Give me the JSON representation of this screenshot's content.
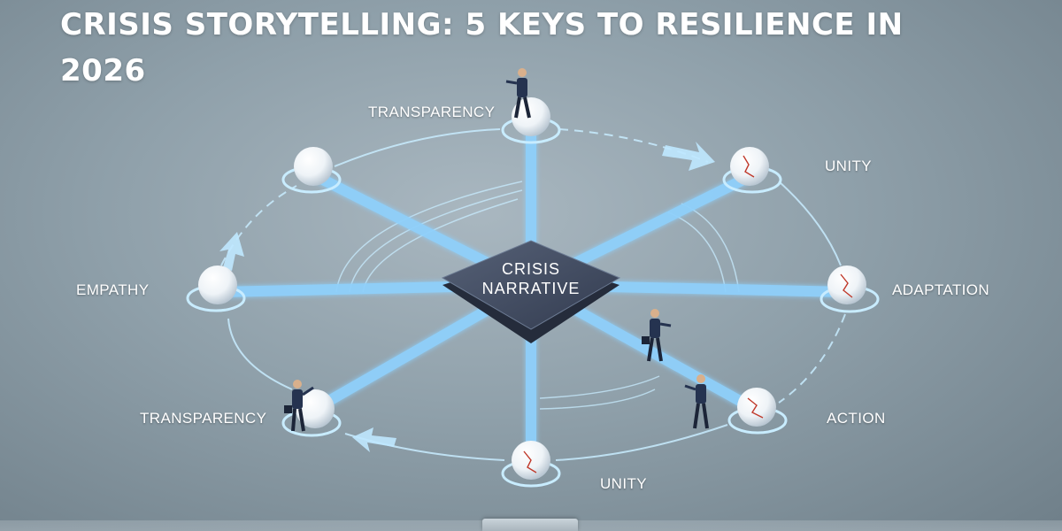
{
  "title": "CRISIS STORYTELLING: 5 KEYS TO RESILIENCE IN 2026",
  "center": {
    "line1": "CRISIS",
    "line2": "NARRATIVE"
  },
  "nodes": {
    "top": "TRANSPARENCY",
    "top_right": "UNITY",
    "right": "ADAPTATION",
    "bottom_right": "ACTION",
    "bottom": "UNITY",
    "bottom_left": "TRANSPARENCY",
    "left": "EMPATHY",
    "top_left": ""
  },
  "colors": {
    "beam": "#7fc6f5",
    "ring": "#bfe8ff",
    "hub": "#3f4a60",
    "accent_crack": "#c0392b"
  }
}
